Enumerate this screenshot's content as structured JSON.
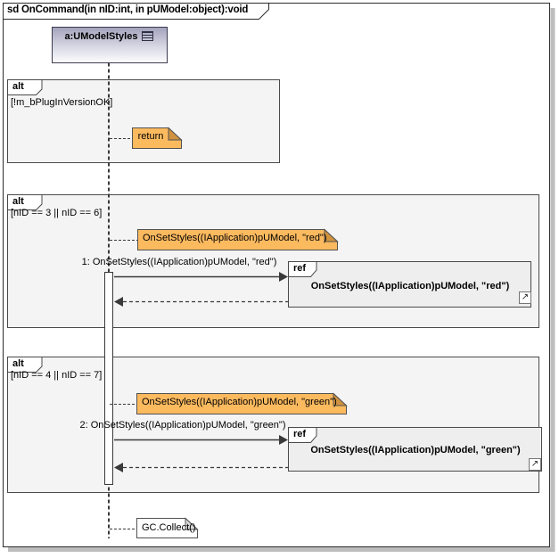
{
  "title": "sd OnCommand(in nID:int, in pUModel:object):void",
  "lifeline": {
    "name": "a:UModelStyles"
  },
  "fragments": [
    {
      "operator": "alt",
      "guard": "[!m_bPlugInVersionOK]"
    },
    {
      "operator": "alt",
      "guard": "[nID == 3 || nID == 6]"
    },
    {
      "operator": "alt",
      "guard": "[nID == 4 || nID == 7]"
    }
  ],
  "messages": [
    {
      "label": "1: OnSetStyles((IApplication)pUModel, \"red\")"
    },
    {
      "label": "2: OnSetStyles((IApplication)pUModel, \"green\")"
    }
  ],
  "refs": [
    {
      "operator": "ref",
      "label": "OnSetStyles((IApplication)pUModel, \"red\")"
    },
    {
      "operator": "ref",
      "label": "OnSetStyles((IApplication)pUModel, \"green\")"
    }
  ],
  "notes": [
    {
      "text": "return"
    },
    {
      "text": "OnSetStyles((IApplication)pUModel, \"red\")"
    },
    {
      "text": "OnSetStyles((IApplication)pUModel, \"green\")"
    },
    {
      "text": "GC.Collect()"
    }
  ],
  "icons": {
    "navigate": "↗"
  },
  "colors": {
    "note_fill": "#fcba5f",
    "note_fold": "#d0923f",
    "fragment_fill": "#f4f4f4",
    "ref_fill": "#eeeeee",
    "head_gradient_top": "#a3a2bc",
    "line": "#3a3a3a",
    "shadow": "#bdbdbd"
  }
}
